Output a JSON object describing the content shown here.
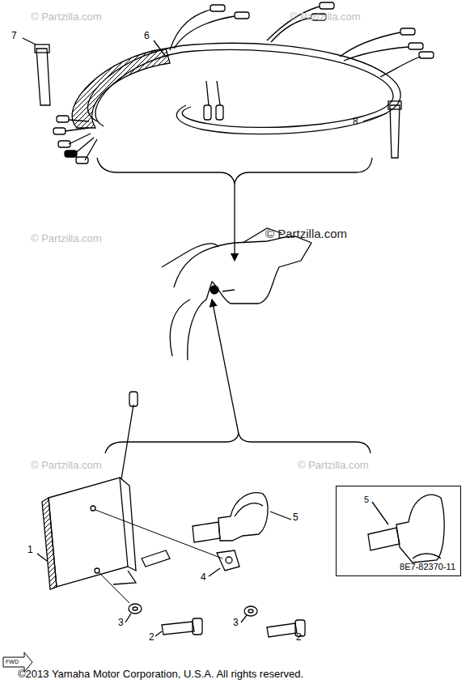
{
  "diagram": {
    "nodes": [
      {
        "text": [
          "5",
          "8E7-82370-11"
        ]
      }
    ],
    "labels": [
      "© Partzilla.com",
      "© Partzilla.com",
      "7",
      "6",
      "8",
      "© Partzilla.com",
      "© Partzilla.com",
      "© Partzilla.com",
      "© Partzilla.com",
      "5",
      "1",
      "4",
      "3",
      "2",
      "3",
      "2",
      "FWD",
      "©2013 Yamaha Motor Corporation, U.S.A. All rights reserved."
    ]
  }
}
